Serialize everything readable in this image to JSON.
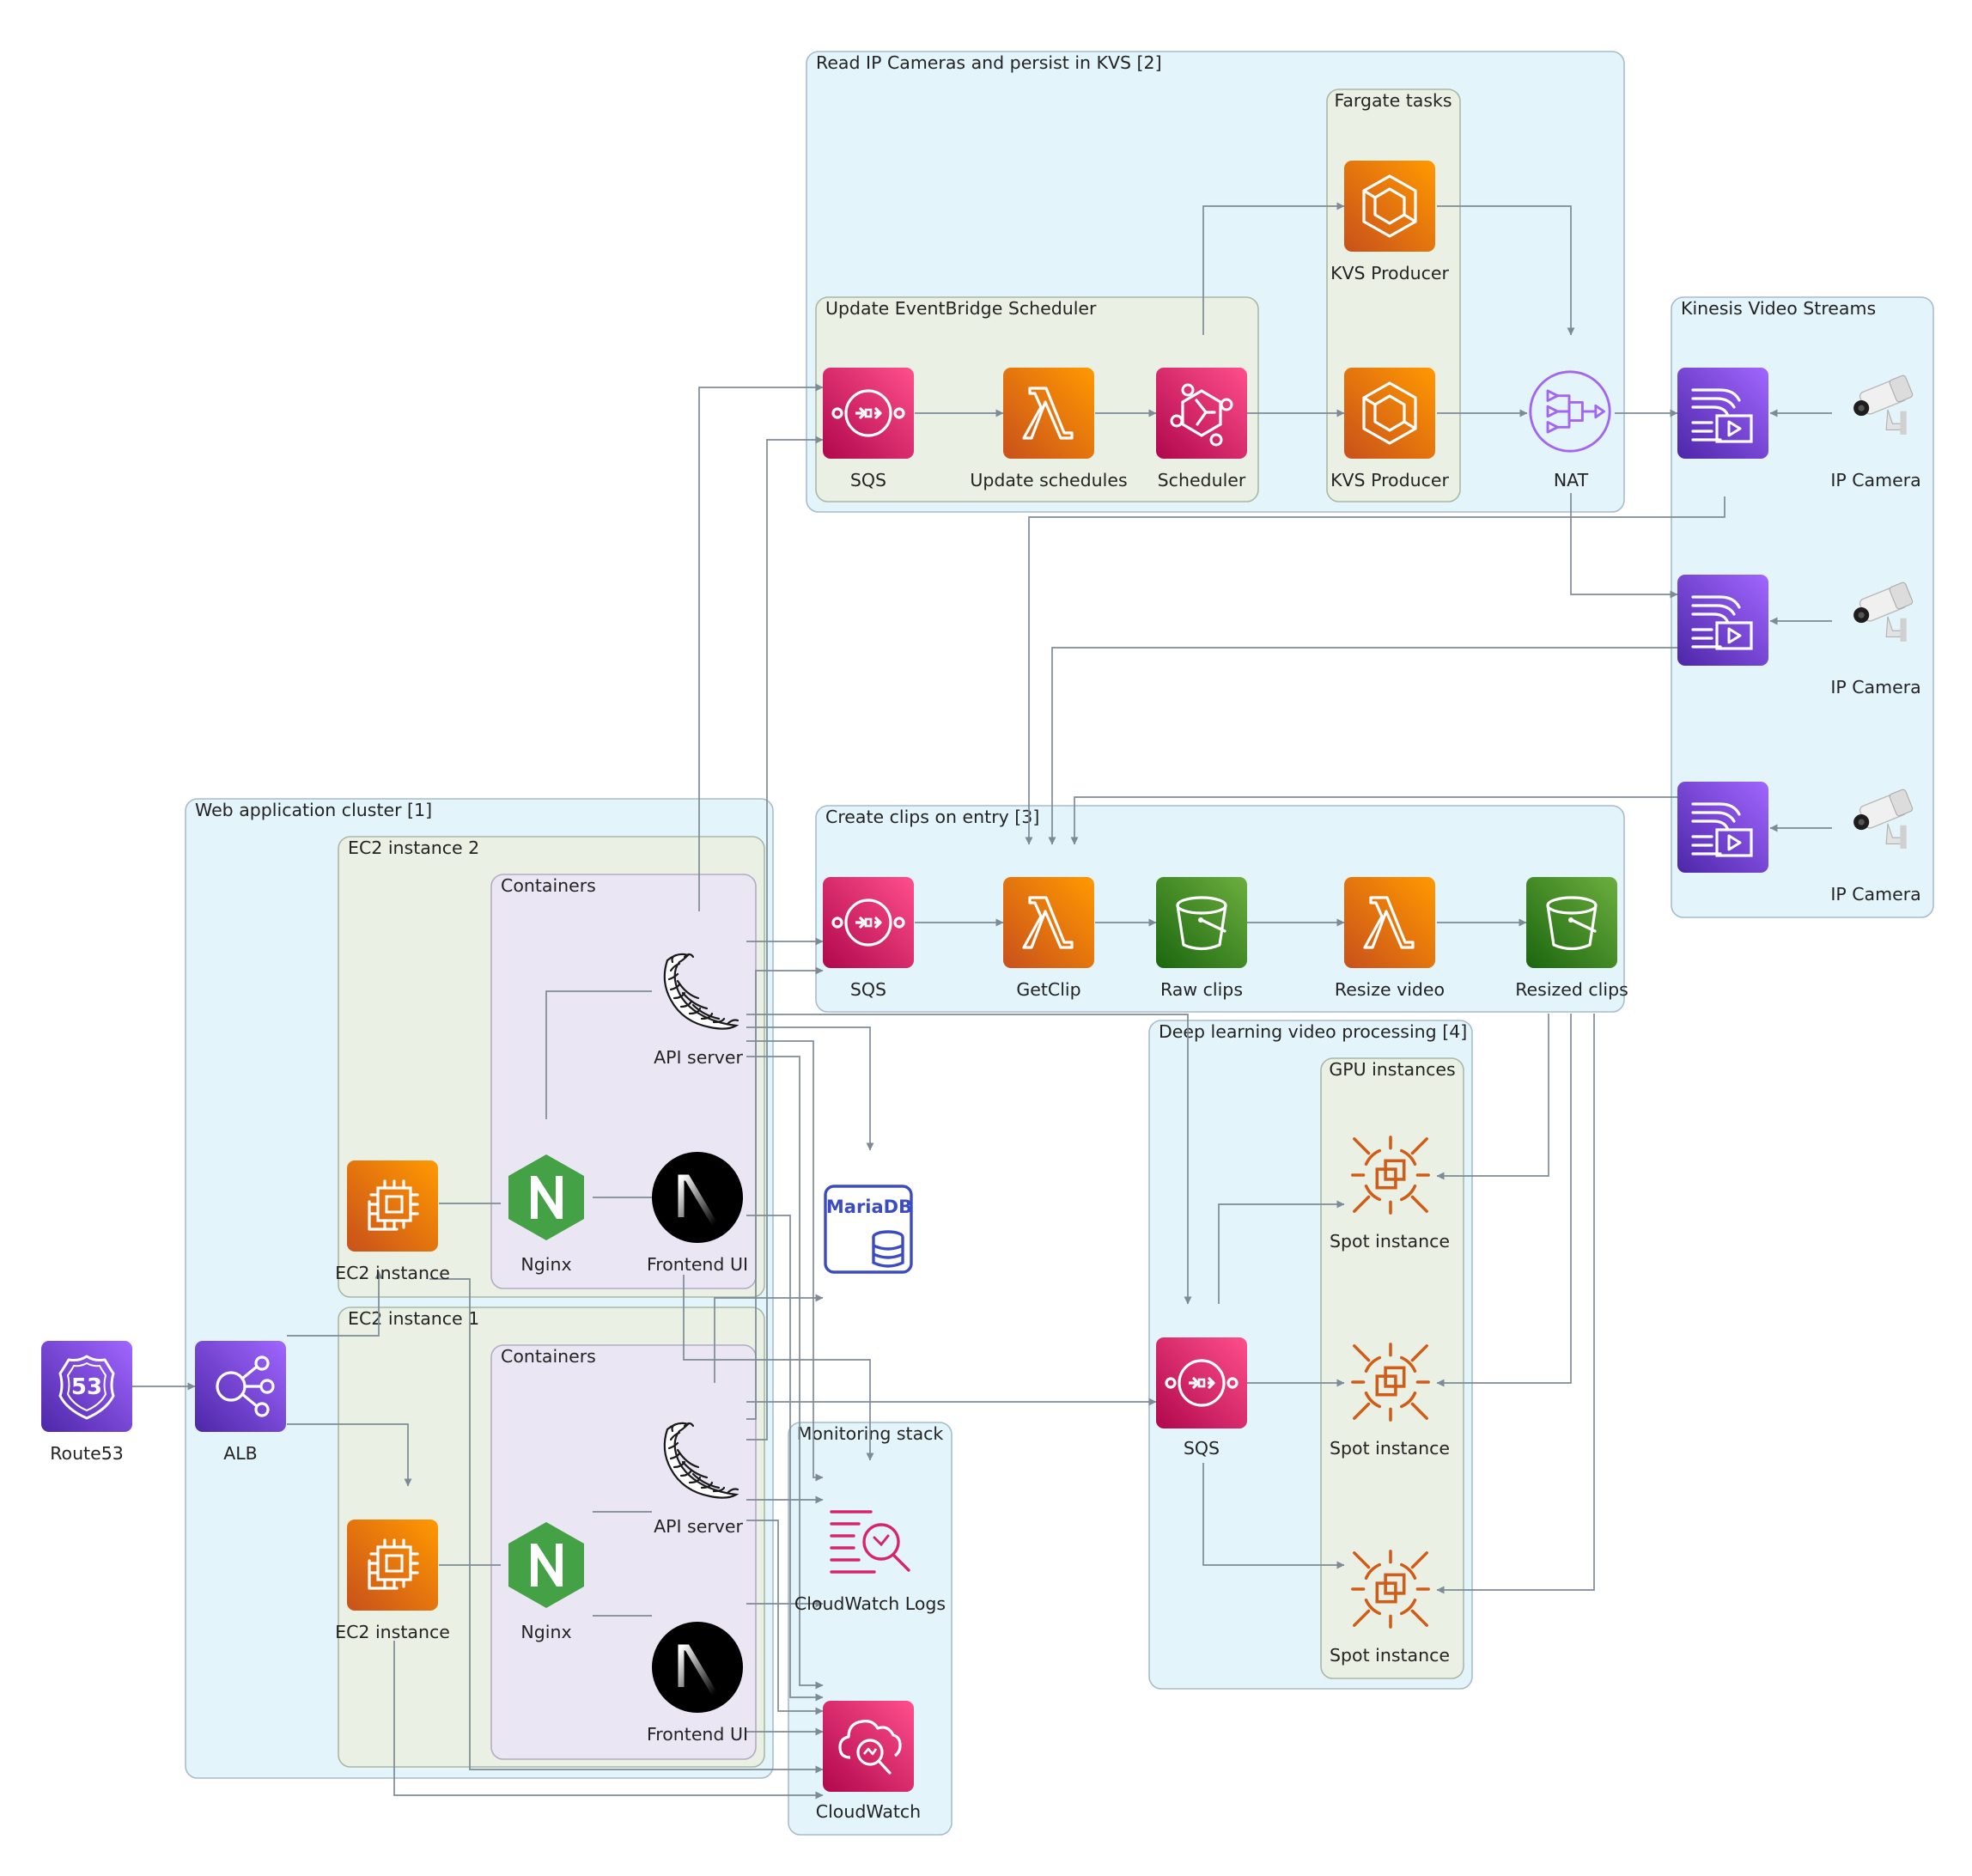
{
  "clusters": {
    "kvs": "Read IP Cameras and persist in KVS [2]",
    "fargate": "Fargate tasks",
    "eventbridge": "Update EventBridge Scheduler",
    "kinesis": "Kinesis Video Streams",
    "web": "Web application cluster [1]",
    "ec2_2": "EC2 instance 2",
    "containers_2": "Containers",
    "ec2_1": "EC2 instance 1",
    "containers_1": "Containers",
    "clips": "Create clips on entry [3]",
    "deep": "Deep learning video processing [4]",
    "gpu": "GPU instances",
    "monitoring": "Monitoring stack"
  },
  "nodes": {
    "sqs_sched": "SQS",
    "update_schedules": "Update schedules",
    "scheduler": "Scheduler",
    "kvs_producer_1": "KVS Producer",
    "kvs_producer_2": "KVS Producer",
    "nat": "NAT",
    "ip_camera_1": "IP Camera",
    "ip_camera_2": "IP Camera",
    "ip_camera_3": "IP Camera",
    "sqs_clips": "SQS",
    "getclip": "GetClip",
    "raw_clips": "Raw clips",
    "resize_video": "Resize video",
    "resized_clips": "Resized clips",
    "api_server_2": "API server",
    "nginx_2": "Nginx",
    "frontend_2": "Frontend UI",
    "ec2_instance_2": "EC2 instance",
    "api_server_1": "API server",
    "nginx_1": "Nginx",
    "frontend_1": "Frontend UI",
    "ec2_instance_1": "EC2 instance",
    "route53": "Route53",
    "alb": "ALB",
    "mariadb_text": "MariaDB",
    "cloudwatch_logs": "CloudWatch Logs",
    "cloudwatch": "CloudWatch",
    "sqs_gpu": "SQS",
    "spot_1": "Spot instance",
    "spot_2": "Spot instance",
    "spot_3": "Spot instance",
    "route53_badge": "53"
  },
  "colors": {
    "cluster_blue": "#e3f4fb",
    "cluster_green": "#eaf1e4",
    "cluster_purple": "#ebe6f4",
    "edge": "#7e8b96",
    "app_integration": "#d6266b",
    "compute": "#e8720c",
    "storage": "#3a8a2a",
    "networking": "#7b3fd8",
    "nginx": "#44a145",
    "mariadb": "#3b4bc4",
    "nat_outline": "#a366f0"
  }
}
